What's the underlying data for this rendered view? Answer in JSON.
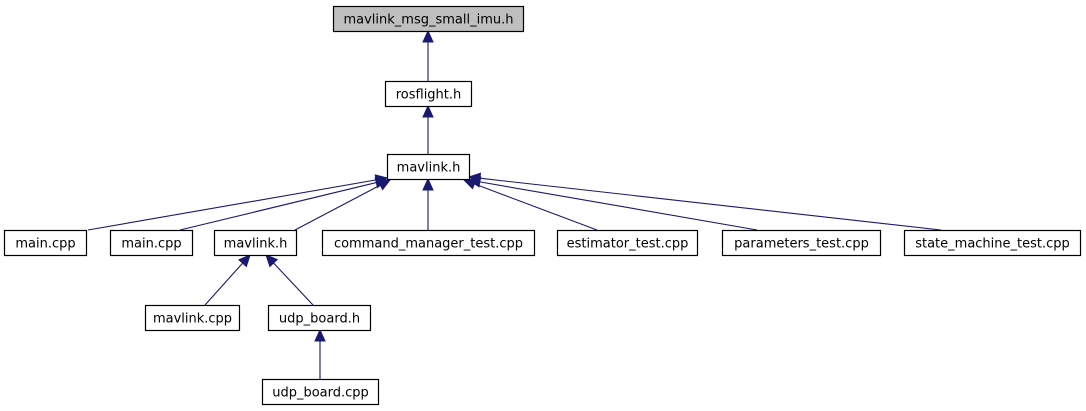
{
  "diagram": {
    "nodes": [
      {
        "id": "n_root",
        "label": "mavlink_msg_small_imu.h",
        "highlighted": true
      },
      {
        "id": "n_rosflight",
        "label": "rosflight.h"
      },
      {
        "id": "n_mavlink_h",
        "label": "mavlink.h"
      },
      {
        "id": "n_main1",
        "label": "main.cpp"
      },
      {
        "id": "n_main2",
        "label": "main.cpp"
      },
      {
        "id": "n_mavlink_h2",
        "label": "mavlink.h"
      },
      {
        "id": "n_cmd_test",
        "label": "command_manager_test.cpp"
      },
      {
        "id": "n_est_test",
        "label": "estimator_test.cpp"
      },
      {
        "id": "n_param_test",
        "label": "parameters_test.cpp"
      },
      {
        "id": "n_sm_test",
        "label": "state_machine_test.cpp"
      },
      {
        "id": "n_mavlink_cpp",
        "label": "mavlink.cpp"
      },
      {
        "id": "n_udp_board_h",
        "label": "udp_board.h"
      },
      {
        "id": "n_udp_board_cpp",
        "label": "udp_board.cpp"
      }
    ],
    "edges": [
      {
        "from": "n_rosflight",
        "to": "n_root"
      },
      {
        "from": "n_mavlink_h",
        "to": "n_rosflight"
      },
      {
        "from": "n_main1",
        "to": "n_mavlink_h"
      },
      {
        "from": "n_main2",
        "to": "n_mavlink_h"
      },
      {
        "from": "n_mavlink_h2",
        "to": "n_mavlink_h"
      },
      {
        "from": "n_cmd_test",
        "to": "n_mavlink_h"
      },
      {
        "from": "n_est_test",
        "to": "n_mavlink_h"
      },
      {
        "from": "n_param_test",
        "to": "n_mavlink_h"
      },
      {
        "from": "n_sm_test",
        "to": "n_mavlink_h"
      },
      {
        "from": "n_mavlink_cpp",
        "to": "n_mavlink_h2"
      },
      {
        "from": "n_udp_board_h",
        "to": "n_mavlink_h2"
      },
      {
        "from": "n_udp_board_cpp",
        "to": "n_udp_board_h"
      }
    ],
    "colors": {
      "edge": "#191970",
      "root_fill": "#bfbfbf",
      "node_fill": "#ffffff",
      "border": "#000000"
    }
  }
}
